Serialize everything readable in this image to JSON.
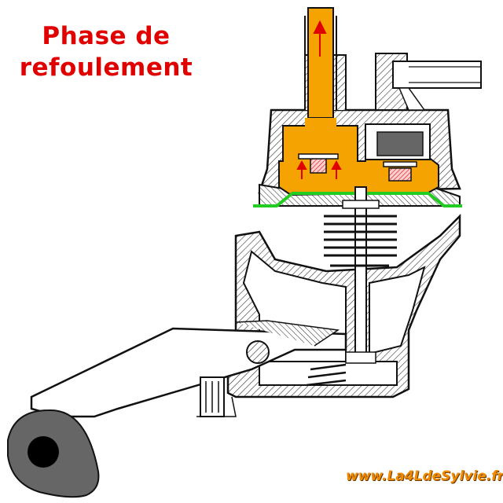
{
  "title": {
    "line1": "Phase de",
    "line2": "refoulement"
  },
  "credit": "www.La4LdeSylvie.fr",
  "colors": {
    "title": "#e00000",
    "fuel": "#f5a300",
    "diaphragm": "#22cc22",
    "arrow": "#e00000",
    "hatch": "#333333",
    "credit": "#f08a00"
  },
  "icons": [
    "flow-arrow-icon"
  ]
}
